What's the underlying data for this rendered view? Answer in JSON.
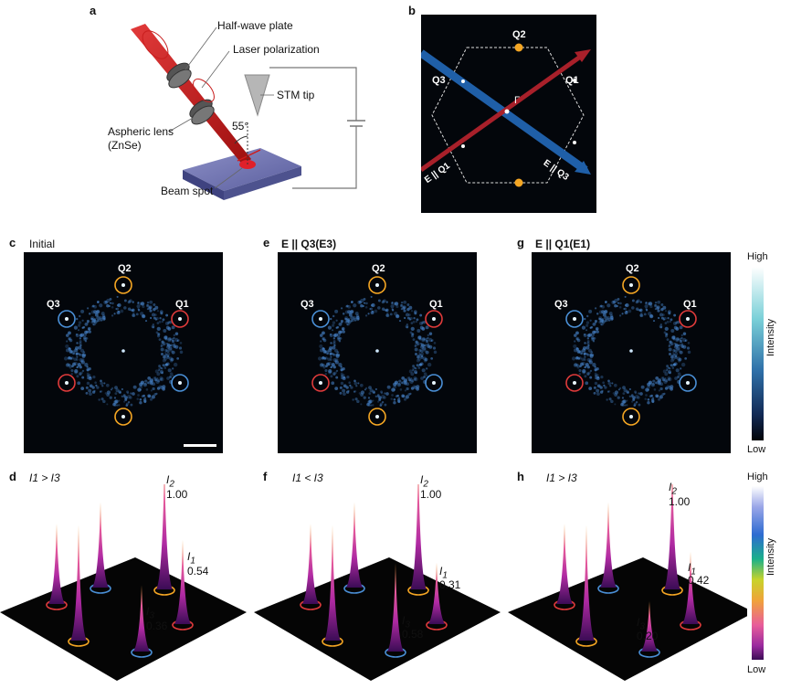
{
  "panels": {
    "a": {
      "letter": "a",
      "labels": {
        "half_wave_plate": "Half-wave plate",
        "laser_polarization": "Laser polarization",
        "stm_tip": "STM tip",
        "aspheric_lens": "Aspheric lens",
        "znse": "(ZnSe)",
        "angle": "55°",
        "beam_spot": "Beam spot"
      }
    },
    "b": {
      "letter": "b",
      "labels": {
        "q2": "Q2",
        "q3": "Q3",
        "q1": "Q1",
        "gamma": "Γ",
        "e_q1": "E || Q1",
        "e_q3": "E || Q3"
      }
    },
    "c": {
      "letter": "c",
      "title": "Initial"
    },
    "e": {
      "letter": "e",
      "title": "E || Q3(E3)"
    },
    "g": {
      "letter": "g",
      "title": "E || Q1(E1)"
    },
    "d": {
      "letter": "d",
      "relation": "I1 > I3"
    },
    "f": {
      "letter": "f",
      "relation": "I1 < I3"
    },
    "h": {
      "letter": "h",
      "relation": "I1 > I3"
    }
  },
  "fft_peak_labels": {
    "q1": "Q1",
    "q2": "Q2",
    "q3": "Q3"
  },
  "colorbars": {
    "top": {
      "high": "High",
      "low": "Low",
      "axis": "Intensity"
    },
    "bottom": {
      "high": "High",
      "low": "Low",
      "axis": "Intensity"
    }
  },
  "peak_intensities": {
    "d": {
      "I2": "1.00",
      "I1": "0.54",
      "I3": "0.36"
    },
    "f": {
      "I2": "1.00",
      "I1": "0.31",
      "I3": "0.58"
    },
    "h": {
      "I2": "1.00",
      "I1": "0.42",
      "I3": "0.20"
    }
  },
  "colors": {
    "q2_ring": "#f5a623",
    "q1_ring": "#e03b3b",
    "q3_ring": "#4a8fd6",
    "laser": "#c81e1e",
    "blue_arrow": "#1f5fa8",
    "red_arrow": "#a8202a"
  }
}
